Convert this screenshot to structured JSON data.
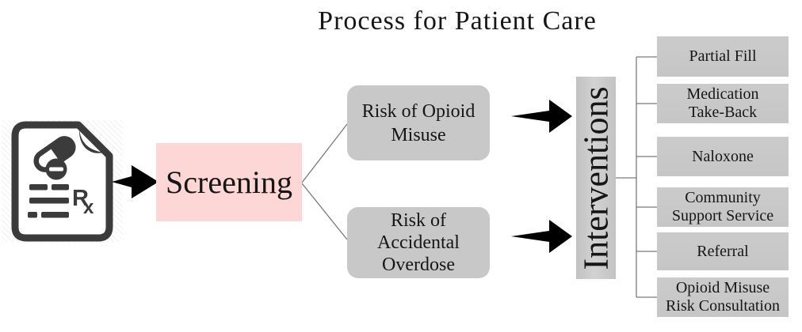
{
  "title": "Process for Patient Care",
  "colors": {
    "screening_fill": "#fdd7d5",
    "node_fill": "#c8c8c8",
    "arrow": "#000000",
    "connector_line": "#7a7a7a",
    "icon_ink": "#3b3b3b",
    "text": "#161616"
  },
  "icon": {
    "name": "prescription-rx-document-icon",
    "rx_r": "R",
    "rx_x": "x"
  },
  "flow": {
    "screening": {
      "label": "Screening"
    },
    "risks": [
      {
        "label": "Risk of Opioid\nMisuse"
      },
      {
        "label": "Risk of\nAccidental\nOverdose"
      }
    ],
    "hub": {
      "label": "Interventions"
    },
    "interventions": [
      {
        "label": "Partial Fill"
      },
      {
        "label": "Medication\nTake-Back"
      },
      {
        "label": "Naloxone"
      },
      {
        "label": "Community\nSupport Service"
      },
      {
        "label": "Referral"
      },
      {
        "label": "Opioid Misuse\nRisk Consultation"
      }
    ]
  }
}
